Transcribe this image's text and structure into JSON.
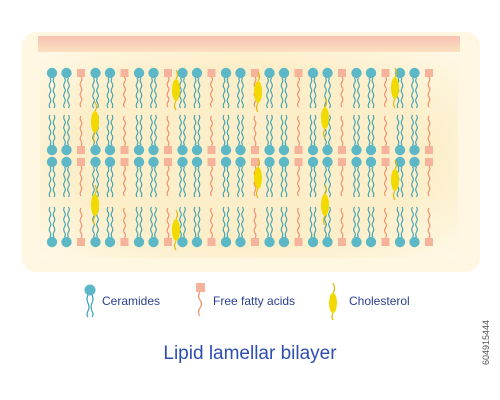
{
  "diagram": {
    "title": "Lipid lamellar bilayer",
    "legend": {
      "ceramides": "Ceramides",
      "free_fatty_acids": "Free fatty acids",
      "cholesterol": "Cholesterol"
    },
    "colors": {
      "ceramide_head": "#5cb8c6",
      "ceramide_tail": "#3a9fb0",
      "fatty_acid_head": "#f6b39c",
      "fatty_acid_tail": "#ef8d6c",
      "cholesterol": "#f2d900",
      "background_band": "#fbf0c6",
      "top_band": "#f6c6b6",
      "title_color": "#2e4fb0"
    },
    "watermark": "604915444"
  }
}
